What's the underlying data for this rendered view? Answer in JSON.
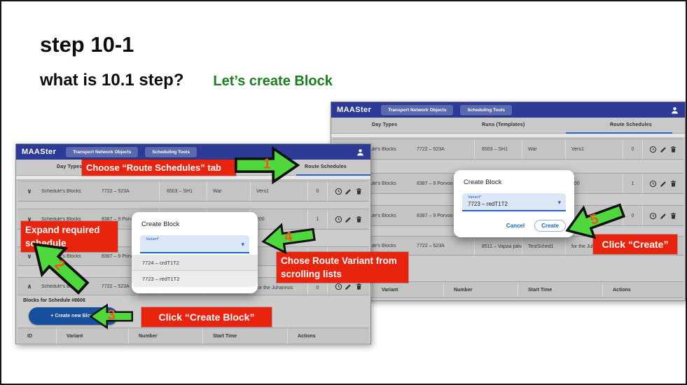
{
  "slide": {
    "title": "step 10-1",
    "subtitle": "what is 10.1 step?",
    "subtitle_highlight": "Let’s create Block"
  },
  "colors": {
    "annotation_red": "#e8240f",
    "arrow_green": "#4fd83c",
    "appbar_blue": "#2e3b96",
    "accent_blue": "#2164c7",
    "create_button_blue": "#164f9c",
    "highlight_green": "#1b7e1e"
  },
  "annotations": {
    "step1": {
      "number": "1",
      "label": "Choose “Route Schedules” tab"
    },
    "step2": {
      "number": "2",
      "label": "Expand  required schedule"
    },
    "step3": {
      "number": "3",
      "label": "Click  “Create Block”"
    },
    "step4": {
      "number": "4",
      "label": "Chose Route Variant from scrolling lists"
    },
    "step5": {
      "number": "5",
      "label": "Click  “Create”"
    }
  },
  "left_window": {
    "brand": "MAASter",
    "nav": {
      "transport": "Transport Network Objects",
      "scheduling": "Scheduling Tools"
    },
    "tabs": {
      "day_types": "Day Types",
      "route_schedules": "Route Schedules"
    },
    "rows": [
      {
        "chevron": "∨",
        "label": "Schedule's Blocks",
        "route": "7722 – 523A",
        "day": "6503 – SH1",
        "name": "War",
        "desc": "Vers1",
        "count": "0"
      },
      {
        "chevron": "∨",
        "label": "Schedule's Blocks",
        "route": "8387 – 9 Porvoo center",
        "day": "",
        "name": "",
        "desc": "200",
        "count": "1"
      },
      {
        "chevron": "∨",
        "label": "Schedule's Blocks",
        "route": "8387 – 9 Porvoo center",
        "day": "",
        "name": "",
        "desc": "",
        "count": ""
      },
      {
        "chevron": "∧",
        "label": "Schedule's Blocks",
        "route": "7722 – 523A",
        "day": "8511 – Vapaa päivä",
        "name": "TestSched1",
        "desc": "for the Juhannus",
        "count": "0"
      }
    ],
    "blocks_label": "Blocks for Schedule #8606",
    "create_button": "+  Create new Block",
    "table_headers": {
      "id": "ID",
      "variant": "Variant",
      "number": "Number",
      "start_time": "Start Time",
      "actions": "Actions"
    },
    "dialog": {
      "title": "Create Block",
      "field_label": "Variant*",
      "caret": "▾",
      "options": [
        "7724 – crdT1T2",
        "7723 – redT1T2"
      ]
    }
  },
  "right_window": {
    "brand": "MAASter",
    "nav": {
      "transport": "Transport Network Objects",
      "scheduling": "Scheduling Tools"
    },
    "tabs": {
      "day_types": "Day Types",
      "runs": "Runs (Templates)",
      "route_schedules": "Route Schedules"
    },
    "rows": [
      {
        "chevron": "∨",
        "label": "Schedule's Blocks",
        "route": "7722 – 523A",
        "day": "6503 – SH1",
        "name": "War",
        "desc": "Vers1",
        "count": "0"
      },
      {
        "chevron": "∨",
        "label": "Schedule's Blocks",
        "route": "8387 – 9 Porvoo center",
        "day": "",
        "name": "",
        "desc": "200",
        "count": "1"
      },
      {
        "chevron": "∨",
        "label": "Schedule's Blocks",
        "route": "8387 – 9 Porvoo center",
        "day": "",
        "name": "",
        "desc": "",
        "count": "0"
      },
      {
        "chevron": "∧",
        "label": "Schedule's Blocks",
        "route": "7722 – 523A",
        "day": "8511 – Vapaa päivä",
        "name": "TestSched1",
        "desc": "for the Juhannus",
        "count": "0"
      }
    ],
    "table_headers": {
      "variant": "Variant",
      "number": "Number",
      "start_time": "Start Time",
      "actions": "Actions"
    },
    "dialog": {
      "title": "Create Block",
      "field_label": "Variant*",
      "value": "7723 – redT1T2",
      "caret": "▾",
      "cancel": "Cancel",
      "create": "Create"
    }
  }
}
